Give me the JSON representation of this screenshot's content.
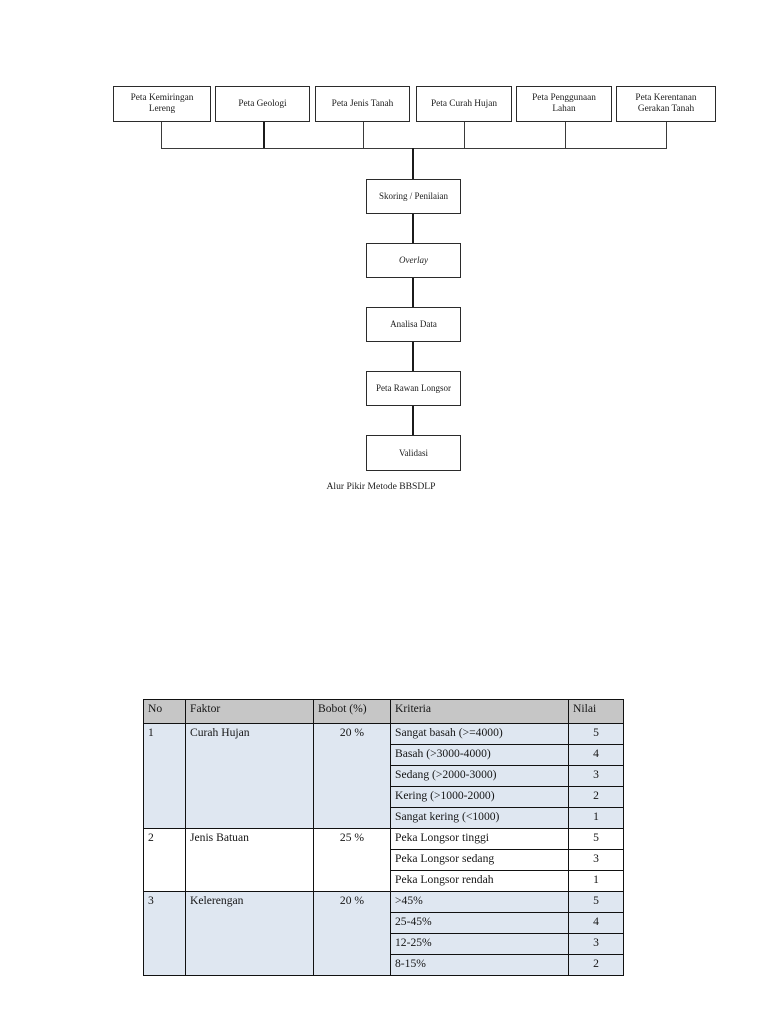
{
  "flowchart": {
    "caption": "Alur Pikir Metode BBSDLP",
    "inputs": [
      {
        "label": "Peta Kemiringan Lereng"
      },
      {
        "label": "Peta Geologi"
      },
      {
        "label": "Peta Jenis Tanah"
      },
      {
        "label": "Peta Curah Hujan"
      },
      {
        "label": "Peta Penggunaan Lahan"
      },
      {
        "label": "Peta Kerentanan Gerakan Tanah"
      }
    ],
    "stages": [
      {
        "label": "Skoring / Penilaian",
        "italic": false
      },
      {
        "label": "Overlay",
        "italic": true
      },
      {
        "label": "Analisa Data",
        "italic": false
      },
      {
        "label": "Peta Rawan Longsor",
        "italic": false
      },
      {
        "label": "Validasi",
        "italic": false
      }
    ]
  },
  "table": {
    "columns": [
      "No",
      "Faktor",
      "Bobot (%)",
      "Kriteria",
      "Nilai"
    ],
    "groups": [
      {
        "no": "1",
        "faktor": "Curah Hujan",
        "bobot": "20 %",
        "shaded": true,
        "rows": [
          {
            "kriteria": "Sangat basah (>=4000)",
            "nilai": "5"
          },
          {
            "kriteria": "Basah (>3000-4000)",
            "nilai": "4"
          },
          {
            "kriteria": "Sedang (>2000-3000)",
            "nilai": "3"
          },
          {
            "kriteria": "Kering (>1000-2000)",
            "nilai": "2"
          },
          {
            "kriteria": "Sangat kering (<1000)",
            "nilai": "1"
          }
        ]
      },
      {
        "no": "2",
        "faktor": "Jenis Batuan",
        "bobot": "25 %",
        "shaded": false,
        "rows": [
          {
            "kriteria": "Peka Longsor tinggi",
            "nilai": "5"
          },
          {
            "kriteria": "Peka Longsor sedang",
            "nilai": "3"
          },
          {
            "kriteria": "Peka Longsor rendah",
            "nilai": "1"
          }
        ]
      },
      {
        "no": "3",
        "faktor": "Kelerengan",
        "bobot": "20 %",
        "shaded": true,
        "rows": [
          {
            "kriteria": ">45%",
            "nilai": "5"
          },
          {
            "kriteria": "25-45%",
            "nilai": "4"
          },
          {
            "kriteria": "12-25%",
            "nilai": "3"
          },
          {
            "kriteria": "8-15%",
            "nilai": "2"
          }
        ]
      }
    ]
  },
  "colors": {
    "row_shade": "#dfe7f1",
    "header_shade": "#c6c6c6",
    "border": "#111111",
    "text": "#151515"
  }
}
